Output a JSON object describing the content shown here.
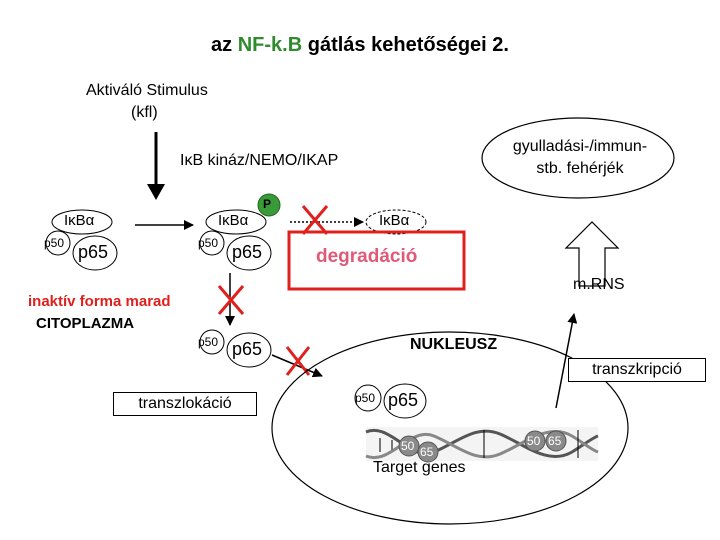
{
  "title": {
    "prefix": "az ",
    "highlight": "NF-k.B",
    "suffix": " gátlás kehetőségei 2."
  },
  "stimulus": {
    "line1": "Aktiváló Stimulus",
    "line2": "(kfl)"
  },
  "kinase": "IκB kináz/NEMO/IKAP",
  "inflammatory": {
    "line1": "gyulladási-/immun-",
    "line2": "stb. fehérjék"
  },
  "complex_left": {
    "ikba": "IκBα",
    "p50": "p50",
    "p65": "p65"
  },
  "complex_mid": {
    "ikba": "IκBα",
    "p50": "p50",
    "p65": "p65",
    "phospho": "P"
  },
  "degrade": {
    "ikba": "IκBα",
    "label": "degradáció"
  },
  "inactive": {
    "line1": "inaktív forma marad",
    "line2": "CITOPLAZMA"
  },
  "free_dimer": {
    "p50": "p50",
    "p65": "p65"
  },
  "translocation": "transzlokáció",
  "nucleus": {
    "label": "NUKLEUSZ",
    "p50": "p50",
    "p65": "p65",
    "genes": "Target genes"
  },
  "mrna": "m.RNS",
  "transcription": "transzkripció",
  "dna_labels": [
    "50",
    "65",
    "50",
    "65"
  ],
  "colors": {
    "accent_green": "#2e8b2e",
    "inhibit_red": "#e0201c",
    "degrade_pink": "#e05a78",
    "p65_fill": "#ffffff"
  }
}
